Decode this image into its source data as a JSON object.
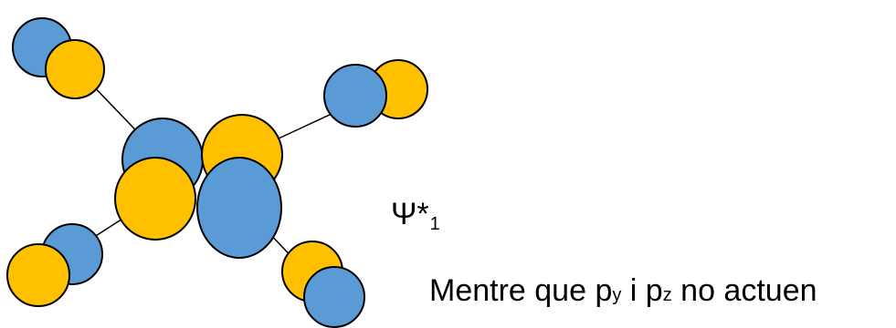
{
  "colors": {
    "blue": "#5b9bd5",
    "orange": "#ffc000",
    "outline": "#000000"
  },
  "label": {
    "psi": "Ψ*",
    "subscript": "1"
  },
  "caption": {
    "part1": "Mentre que p",
    "sub_y": "y",
    "part2": " i p",
    "sub_z": "z",
    "part3": "  no actuen"
  }
}
